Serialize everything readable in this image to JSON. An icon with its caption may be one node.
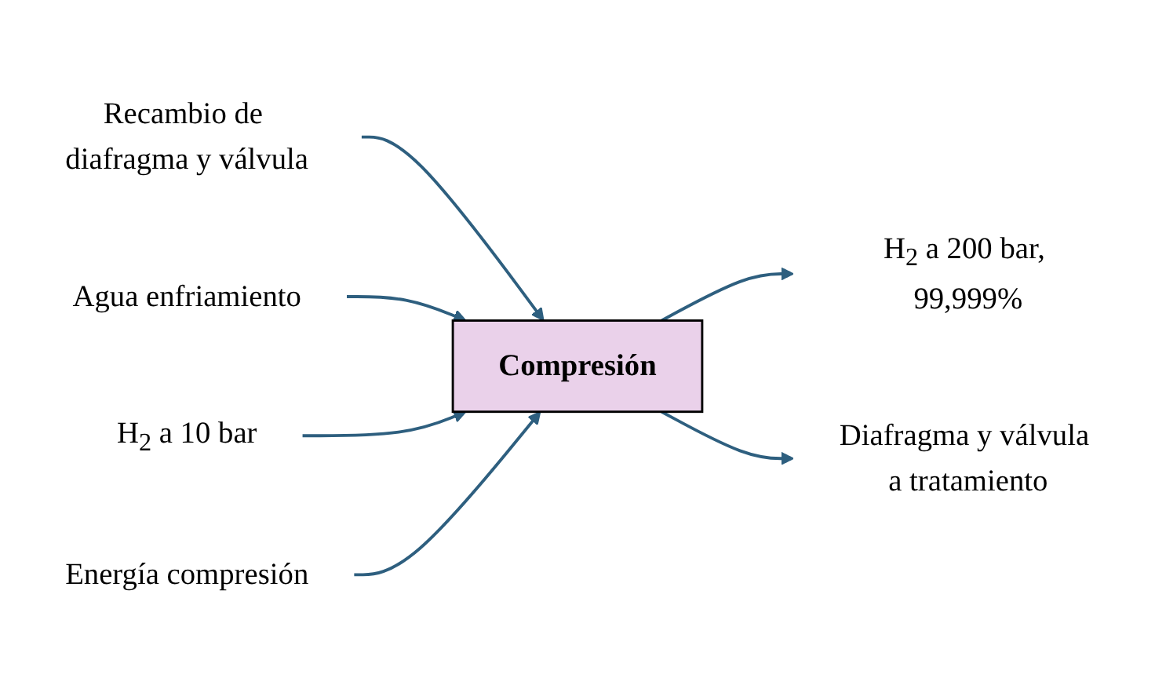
{
  "diagram": {
    "nodes": [
      {
        "text": [
          "Compresión"
        ]
      },
      {
        "text": [
          "Recambio de diafragma y válvula"
        ]
      },
      {
        "text": [
          "Agua enfriamiento"
        ]
      },
      {
        "text": [
          "H$_{2}$ a 10 bar"
        ]
      },
      {
        "text": [
          "H$_{2}$ a 200 bar, 99,999%"
        ]
      },
      {
        "text": [
          "Energía compresión"
        ]
      },
      {
        "text": [
          "Diafragma y válvula a tratamiento"
        ]
      }
    ],
    "edges": [
      {
        "from": 1,
        "to": 0,
        "arrow": "to"
      },
      {
        "from": 2,
        "to": 0,
        "arrow": "to"
      },
      {
        "from": 3,
        "to": 0,
        "arrow": "to"
      },
      {
        "from": 0,
        "to": 4,
        "arrow": "to"
      },
      {
        "from": 5,
        "to": 0,
        "arrow": "to"
      },
      {
        "from": 0,
        "to": 6,
        "arrow": "to"
      }
    ]
  }
}
